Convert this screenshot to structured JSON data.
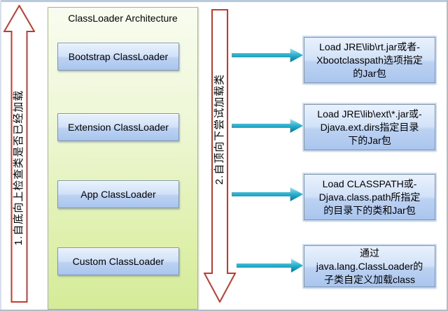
{
  "colors": {
    "process_arrow_outline": "#c23b2e",
    "process_arrow_fill": "#ffffff",
    "connector_teal": "#1b9fbe",
    "panel_green_top": "#f8fcf0",
    "panel_green_bottom": "#d5eb98",
    "box_blue_top": "#e9f2fd",
    "box_blue_bottom": "#a9c5ee",
    "box_border": "#8296ab",
    "text": "#000000"
  },
  "up_arrow": {
    "label": "1.自底向上检查类是否已经加载",
    "direction": "up"
  },
  "down_arrow": {
    "label": "2.自顶向下尝试加载类",
    "direction": "down"
  },
  "panel": {
    "title": "ClassLoader Architecture",
    "loaders": [
      {
        "label": "Bootstrap ClassLoader"
      },
      {
        "label": "Extension ClassLoader"
      },
      {
        "label": "App ClassLoader"
      },
      {
        "label": "Custom ClassLoader"
      }
    ]
  },
  "descriptions": [
    {
      "lines": [
        "Load JRE\\lib\\rt.jar或者-",
        "Xbootclasspath选项指定",
        "的Jar包"
      ]
    },
    {
      "lines": [
        "Load JRE\\lib\\ext\\*.jar或-",
        "Djava.ext.dirs指定目录",
        "下的Jar包"
      ]
    },
    {
      "lines": [
        "Load CLASSPATH或-",
        "Djava.class.path所指定",
        "的目录下的类和Jar包"
      ]
    },
    {
      "lines": [
        "通过",
        "java.lang.ClassLoader的",
        "子类自定义加载class"
      ]
    }
  ]
}
